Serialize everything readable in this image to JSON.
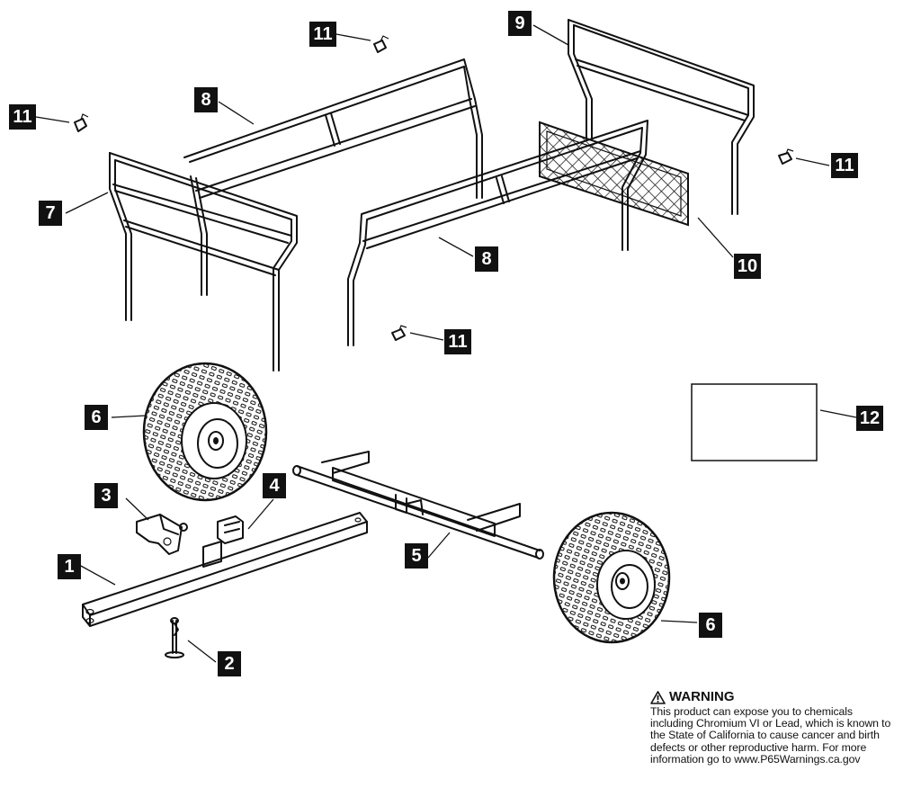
{
  "callouts": {
    "c1": "1",
    "c2": "2",
    "c3": "3",
    "c4": "4",
    "c5": "5",
    "c6a": "6",
    "c6b": "6",
    "c7": "7",
    "c8a": "8",
    "c8b": "8",
    "c9": "9",
    "c10": "10",
    "c11a": "11",
    "c11b": "11",
    "c11c": "11",
    "c11d": "11",
    "c12": "12"
  },
  "warning": {
    "title": "WARNING",
    "icon": "warning-triangle-icon",
    "lines": [
      "This product can expose you to chemicals",
      "including Chromium VI or Lead, which is known to",
      "the State of California to cause cancer and birth",
      "defects or other reproductive harm.  For more",
      "information go to www.P65Warnings.ca.gov"
    ]
  },
  "colors": {
    "ink": "#111111",
    "paper": "#ffffff"
  }
}
